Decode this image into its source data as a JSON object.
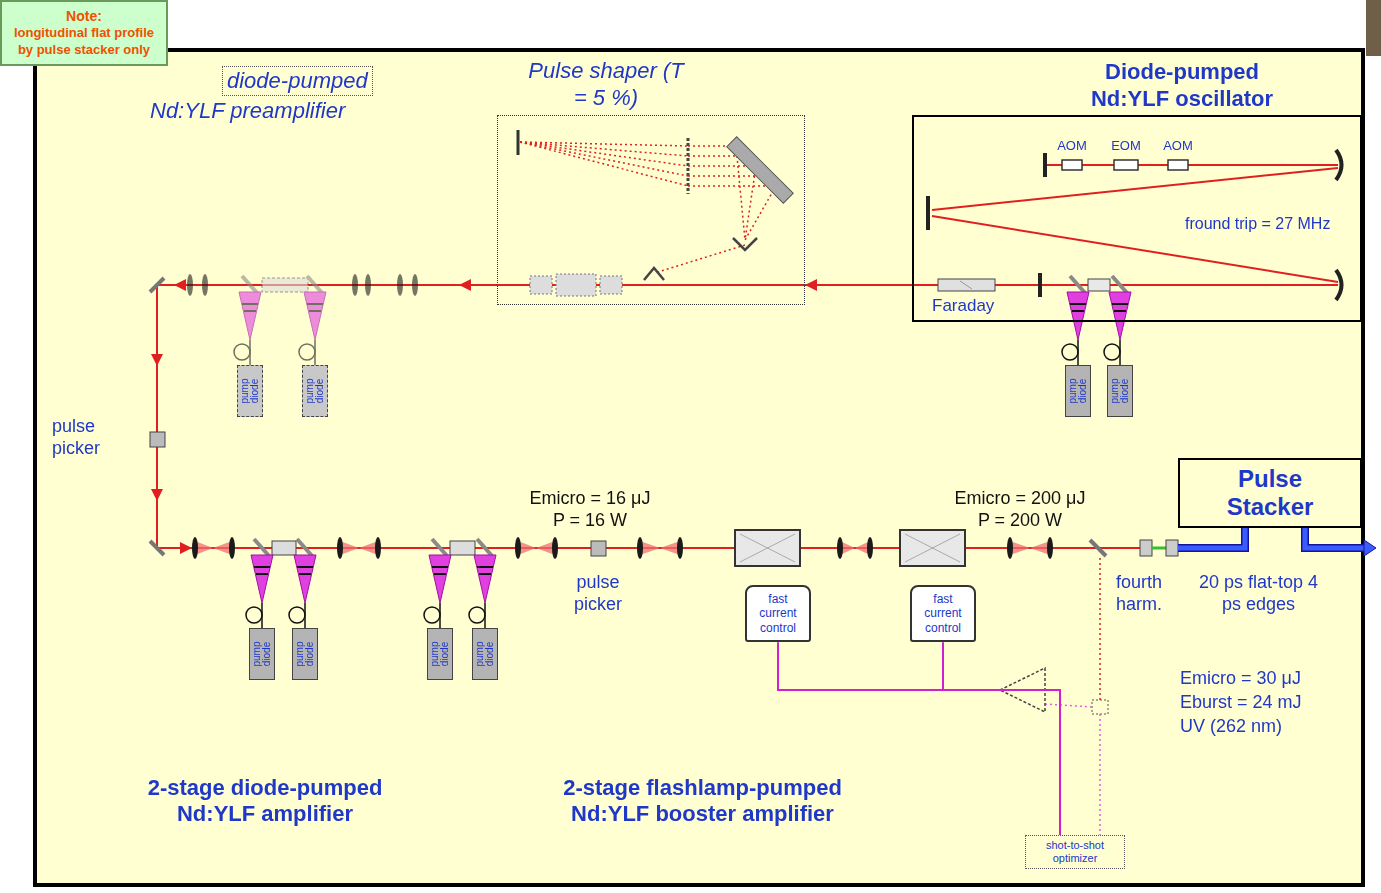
{
  "diagram": {
    "nodes": [
      {
        "text": [
          "Note:",
          "longitudinal flat profile by pulse stacker only"
        ]
      },
      {
        "text": [
          "diode-pumped"
        ]
      },
      {
        "text": [
          "Pulse shaper (T = 5 %)"
        ]
      },
      {
        "text": [
          "Diode-pumped Nd:YLF oscillator"
        ]
      },
      {
        "text": [
          "pump diode"
        ]
      },
      {
        "text": [
          "pump diode"
        ]
      },
      {
        "text": [
          "pump diode"
        ]
      },
      {
        "text": [
          "pump diode"
        ]
      },
      {
        "text": [
          "Pulse Stacker"
        ]
      },
      {
        "text": [
          "pump diode"
        ]
      },
      {
        "text": [
          "pump diode"
        ]
      },
      {
        "text": [
          "pump diode"
        ]
      },
      {
        "text": [
          "pump diode"
        ]
      },
      {
        "text": [
          "fast current control"
        ]
      },
      {
        "text": [
          "fast current control"
        ]
      },
      {
        "text": [
          "shot-to-shot optimizer"
        ]
      }
    ],
    "edges": [
      {
        "from": 3,
        "to": 2,
        "arrow": "to"
      },
      {
        "from": 15,
        "to": 13,
        "arrow": "none"
      },
      {
        "from": 15,
        "to": 14,
        "arrow": "none"
      }
    ],
    "labels": [
      "AOM",
      "EOM",
      "AOM",
      "fround trip = 27 MHz",
      "Faraday",
      "Nd:YLF preamplifier",
      "pulse picker",
      "Emicro = 16 μJ",
      "P = 16 W",
      "Emicro = 200 μJ",
      "P = 200 W",
      "pulse picker",
      "fourth harm.",
      "20 ps flat-top 4 ps edges",
      "Emicro = 30 μJ",
      "Eburst = 24 mJ",
      "UV (262 nm)",
      "2-stage diode-pumped Nd:YLF amplifier",
      "2-stage flashlamp-pumped Nd:YLF booster amplifier"
    ]
  }
}
